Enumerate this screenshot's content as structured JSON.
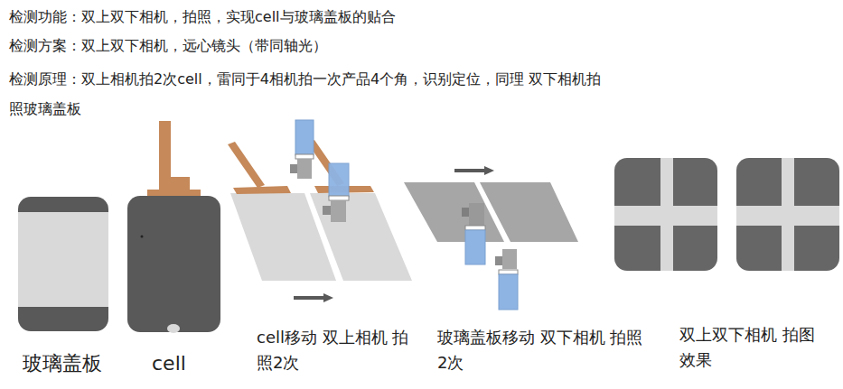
{
  "diagram": {
    "labels": [
      "检测功能：双上双下相机，拍照，实现cell与玻璃盖板的贴合",
      "检测方案：双上双下相机，远心镜头（带同轴光）",
      "检测原理：双上相机拍2次cell，雷同于4相机拍一次产品4个角，识别定位，同理 双下相机拍照玻璃盖板",
      "玻璃盖板",
      "cell",
      "cell移动 双上相机 拍照2次",
      "玻璃盖板移动 双下相机 拍照2次",
      "双上双下相机 拍图效果"
    ]
  }
}
